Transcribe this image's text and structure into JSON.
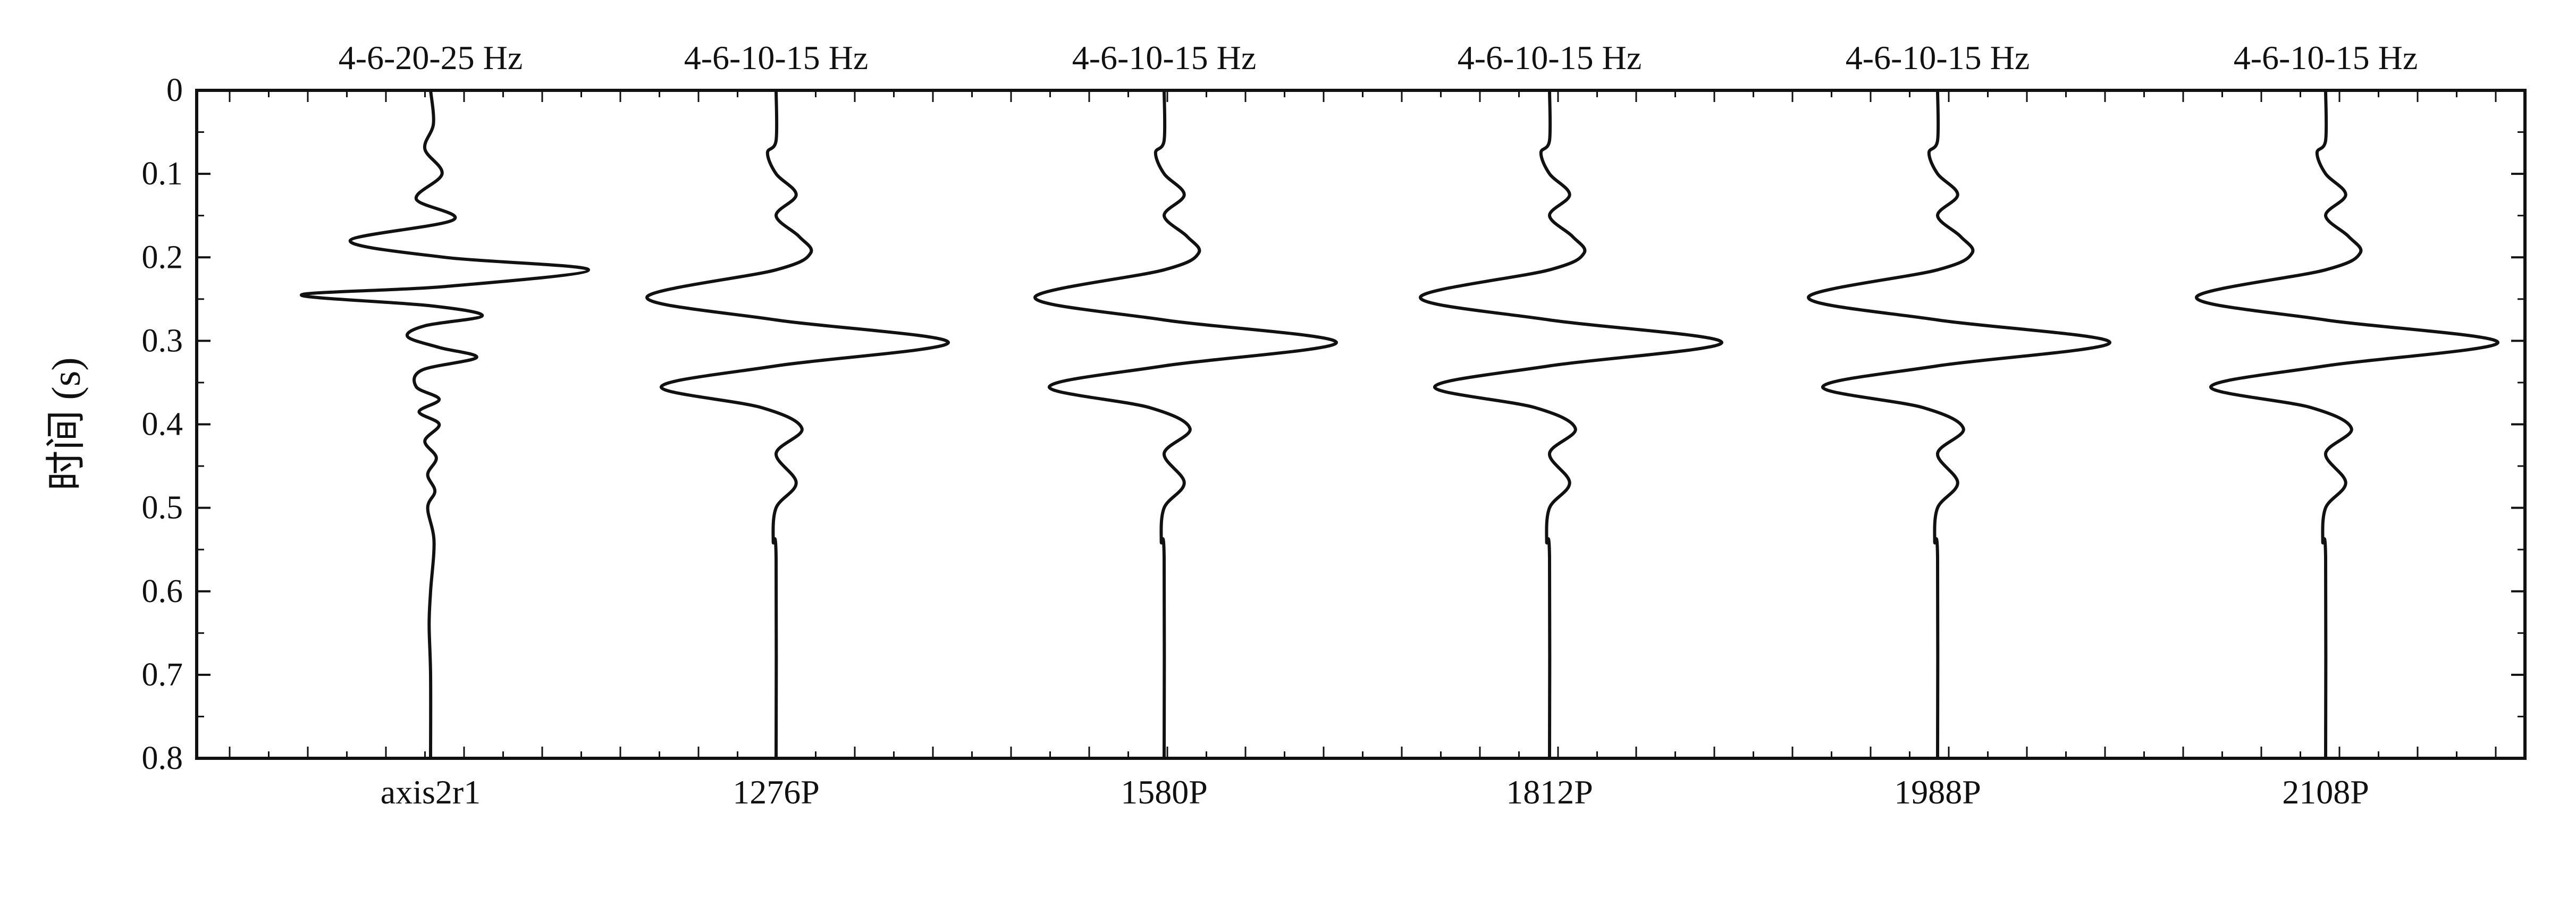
{
  "chart_data": {
    "type": "line",
    "ylabel": "时间 (s)",
    "ylim": [
      0,
      0.8
    ],
    "y_reversed": true,
    "y_ticks": [
      "0",
      "0.1",
      "0.2",
      "0.3",
      "0.4",
      "0.5",
      "0.6",
      "0.7",
      "0.8"
    ],
    "grid": false,
    "line_color": "#111111",
    "traces": [
      {
        "label": "axis2r1",
        "title": "4-6-20-25 Hz",
        "points": [
          [
            0.0,
            0
          ],
          [
            0.04,
            0.01
          ],
          [
            0.07,
            -0.02
          ],
          [
            0.1,
            0.04
          ],
          [
            0.13,
            -0.05
          ],
          [
            0.155,
            0.08
          ],
          [
            0.18,
            -0.28
          ],
          [
            0.2,
            0.05
          ],
          [
            0.215,
            0.55
          ],
          [
            0.235,
            0.05
          ],
          [
            0.245,
            -0.45
          ],
          [
            0.258,
            0.0
          ],
          [
            0.27,
            0.18
          ],
          [
            0.282,
            -0.02
          ],
          [
            0.295,
            -0.08
          ],
          [
            0.308,
            0.03
          ],
          [
            0.32,
            0.16
          ],
          [
            0.335,
            -0.03
          ],
          [
            0.355,
            -0.05
          ],
          [
            0.37,
            0.03
          ],
          [
            0.385,
            -0.04
          ],
          [
            0.4,
            0.03
          ],
          [
            0.42,
            -0.02
          ],
          [
            0.44,
            0.02
          ],
          [
            0.46,
            -0.01
          ],
          [
            0.48,
            0.015
          ],
          [
            0.5,
            -0.01
          ],
          [
            0.54,
            0.012
          ],
          [
            0.6,
            0
          ],
          [
            0.64,
            -0.005
          ],
          [
            0.7,
            0
          ],
          [
            0.8,
            0
          ]
        ]
      },
      {
        "label": "1276P",
        "title": "4-6-10-15 Hz",
        "points": [
          [
            0.0,
            0
          ],
          [
            0.06,
            0
          ],
          [
            0.075,
            -0.03
          ],
          [
            0.1,
            0.0
          ],
          [
            0.125,
            0.07
          ],
          [
            0.15,
            0.0
          ],
          [
            0.175,
            0.08
          ],
          [
            0.195,
            0.12
          ],
          [
            0.215,
            0.0
          ],
          [
            0.248,
            -0.45
          ],
          [
            0.275,
            0.0
          ],
          [
            0.302,
            0.6
          ],
          [
            0.33,
            0.0
          ],
          [
            0.355,
            -0.4
          ],
          [
            0.38,
            -0.05
          ],
          [
            0.405,
            0.09
          ],
          [
            0.435,
            0.0
          ],
          [
            0.47,
            0.07
          ],
          [
            0.5,
            0.0
          ],
          [
            0.54,
            -0.01
          ],
          [
            0.56,
            0
          ],
          [
            0.8,
            0
          ]
        ]
      },
      {
        "label": "1580P",
        "title": "4-6-10-15 Hz",
        "points": [
          [
            0.0,
            0
          ],
          [
            0.06,
            0
          ],
          [
            0.075,
            -0.03
          ],
          [
            0.1,
            0.0
          ],
          [
            0.125,
            0.07
          ],
          [
            0.15,
            0.0
          ],
          [
            0.175,
            0.08
          ],
          [
            0.195,
            0.12
          ],
          [
            0.215,
            0.0
          ],
          [
            0.248,
            -0.45
          ],
          [
            0.275,
            0.0
          ],
          [
            0.302,
            0.6
          ],
          [
            0.33,
            0.0
          ],
          [
            0.355,
            -0.4
          ],
          [
            0.38,
            -0.05
          ],
          [
            0.405,
            0.09
          ],
          [
            0.435,
            0.0
          ],
          [
            0.47,
            0.07
          ],
          [
            0.5,
            0.0
          ],
          [
            0.54,
            -0.01
          ],
          [
            0.56,
            0
          ],
          [
            0.8,
            0
          ]
        ]
      },
      {
        "label": "1812P",
        "title": "4-6-10-15 Hz",
        "points": [
          [
            0.0,
            0
          ],
          [
            0.06,
            0
          ],
          [
            0.075,
            -0.03
          ],
          [
            0.1,
            0.0
          ],
          [
            0.125,
            0.07
          ],
          [
            0.15,
            0.0
          ],
          [
            0.175,
            0.08
          ],
          [
            0.195,
            0.12
          ],
          [
            0.215,
            0.0
          ],
          [
            0.248,
            -0.45
          ],
          [
            0.275,
            0.0
          ],
          [
            0.302,
            0.6
          ],
          [
            0.33,
            0.0
          ],
          [
            0.355,
            -0.4
          ],
          [
            0.38,
            -0.05
          ],
          [
            0.405,
            0.09
          ],
          [
            0.435,
            0.0
          ],
          [
            0.47,
            0.07
          ],
          [
            0.5,
            0.0
          ],
          [
            0.54,
            -0.01
          ],
          [
            0.56,
            0
          ],
          [
            0.8,
            0
          ]
        ]
      },
      {
        "label": "1988P",
        "title": "4-6-10-15 Hz",
        "points": [
          [
            0.0,
            0
          ],
          [
            0.06,
            0
          ],
          [
            0.075,
            -0.03
          ],
          [
            0.1,
            0.0
          ],
          [
            0.125,
            0.07
          ],
          [
            0.15,
            0.0
          ],
          [
            0.175,
            0.08
          ],
          [
            0.195,
            0.12
          ],
          [
            0.215,
            0.0
          ],
          [
            0.248,
            -0.45
          ],
          [
            0.275,
            0.0
          ],
          [
            0.302,
            0.6
          ],
          [
            0.33,
            0.0
          ],
          [
            0.355,
            -0.4
          ],
          [
            0.38,
            -0.05
          ],
          [
            0.405,
            0.09
          ],
          [
            0.435,
            0.0
          ],
          [
            0.47,
            0.07
          ],
          [
            0.5,
            0.0
          ],
          [
            0.54,
            -0.01
          ],
          [
            0.56,
            0
          ],
          [
            0.8,
            0
          ]
        ]
      },
      {
        "label": "2108P",
        "title": "4-6-10-15 Hz",
        "points": [
          [
            0.0,
            0
          ],
          [
            0.06,
            0
          ],
          [
            0.075,
            -0.03
          ],
          [
            0.1,
            0.0
          ],
          [
            0.125,
            0.07
          ],
          [
            0.15,
            0.0
          ],
          [
            0.175,
            0.08
          ],
          [
            0.195,
            0.12
          ],
          [
            0.215,
            0.0
          ],
          [
            0.248,
            -0.45
          ],
          [
            0.275,
            0.0
          ],
          [
            0.302,
            0.6
          ],
          [
            0.33,
            0.0
          ],
          [
            0.355,
            -0.4
          ],
          [
            0.38,
            -0.05
          ],
          [
            0.405,
            0.09
          ],
          [
            0.435,
            0.0
          ],
          [
            0.47,
            0.07
          ],
          [
            0.5,
            0.0
          ],
          [
            0.54,
            -0.01
          ],
          [
            0.56,
            0
          ],
          [
            0.8,
            0
          ]
        ]
      }
    ]
  }
}
